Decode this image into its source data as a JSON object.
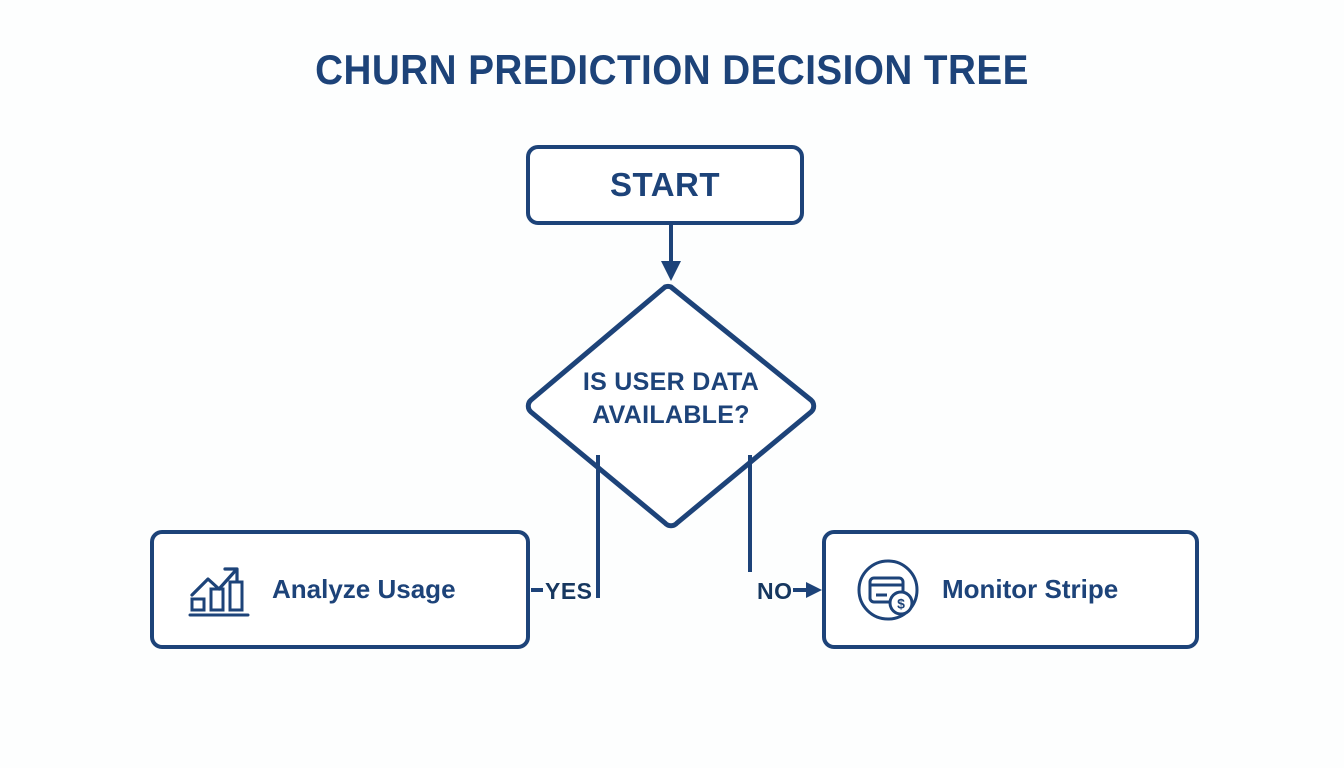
{
  "diagram": {
    "title": "CHURN PREDICTION DECISION TREE",
    "accent_color": "#1d4379",
    "background_color": "#fdfefe",
    "type": "flowchart-decision-tree",
    "nodes": {
      "start": {
        "label": "START",
        "shape": "rounded-rect"
      },
      "decision": {
        "line1": "IS USER DATA",
        "line2": "AVAILABLE?",
        "shape": "diamond"
      },
      "analyze": {
        "label": "Analyze Usage",
        "icon": "bar-chart-growth-icon",
        "shape": "rounded-rect"
      },
      "stripe": {
        "label": "Monitor Stripe",
        "icon": "credit-card-dollar-icon",
        "shape": "rounded-rect"
      }
    },
    "edges": {
      "start_to_decision": {
        "label": ""
      },
      "decision_yes": {
        "label": "YES"
      },
      "decision_no": {
        "label": "NO"
      }
    }
  }
}
